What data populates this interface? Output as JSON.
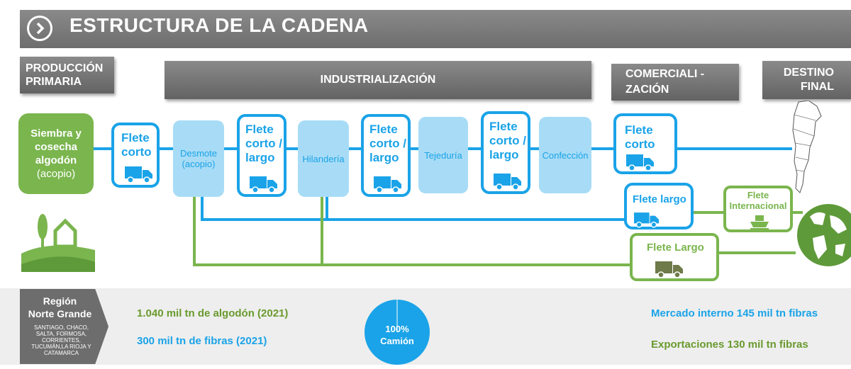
{
  "header": {
    "title": "ESTRUCTURA DE LA CADENA"
  },
  "stages": {
    "produccion": "PRODUCCIÓN\nPRIMARIA",
    "industrializacion": "INDUSTRIALIZACIÓN",
    "comercializacion": "COMERCIALI -\nZACIÓN",
    "destino": "DESTINO\nFINAL"
  },
  "siembra": {
    "title": "Siembra y\ncosecha\nalgodón",
    "sub": "(acopio)"
  },
  "process": {
    "desmote": "Desmote\n(acopio)",
    "hilanderia": "Hilandería",
    "tejeduria": "Tejeduría",
    "confeccion": "Confección"
  },
  "flete": {
    "corto1": "Flete\ncorto",
    "cortolargo1": "Flete\ncorto /\nlargo",
    "cortolargo2": "Flete\ncorto /\nlargo",
    "cortolargo3": "Flete\ncorto /\nlargo",
    "corto_com": "Flete\ncorto",
    "largo": "Flete largo",
    "internacional": "Flete\nInternacional",
    "largo_green": "Flete Largo"
  },
  "region": {
    "title": "Región\nNorte Grande",
    "provinces": "SANTIAGO, CHACO,\nSALTA, FORMOSA,\nCORRIENTES,\nTUCUMÁN,LA RIOJA Y\nCATAMARCA"
  },
  "stats": {
    "algodon": "1.040  mil tn de algodón (2021)",
    "fibras": "300 mil tn de fibras (2021)",
    "mercado": "Mercado interno  145 mil tn fibras",
    "exportaciones": "Exportaciones  130 mil tn fibras"
  },
  "pie": {
    "label": "100%\nCamión",
    "value_percent": 100
  },
  "colors": {
    "blue": "#1aa3e8",
    "light_blue": "#a8dcf6",
    "green": "#7ab54e",
    "gray": "#6d6d6d"
  },
  "icons": [
    "chevron-right-circle-icon",
    "truck-icon",
    "ship-icon",
    "farm-icon",
    "globe-icon",
    "argentina-map-icon"
  ]
}
